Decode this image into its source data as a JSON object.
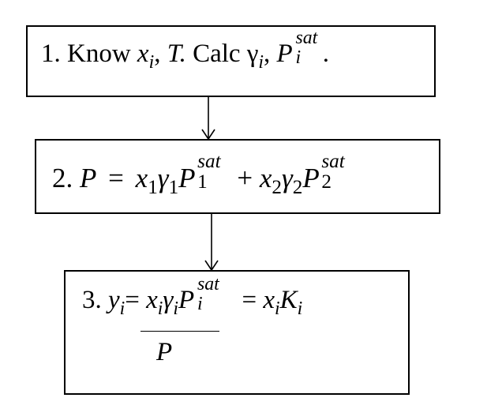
{
  "steps": [
    {
      "number": "1.",
      "text_know": "Know",
      "var_x": "x",
      "sub_i": "i",
      "sep1": ",",
      "var_T": "T.",
      "text_calc": "Calc",
      "gamma": "γ",
      "sep2": ",",
      "var_P": "P",
      "sup_sat": "sat",
      "end": "."
    },
    {
      "number": "2.",
      "var_P": "P",
      "equals": "=",
      "x": "x",
      "gamma": "γ",
      "sub1": "1",
      "sub2": "2",
      "plus": "+",
      "sup_sat": "sat"
    },
    {
      "number": "3.",
      "var_y": "y",
      "sub_i": "i",
      "equals": "=",
      "x": "x",
      "gamma": "γ",
      "var_P": "P",
      "sup_sat": "sat",
      "denominator": "P",
      "equals2": "=",
      "var_K": "K"
    }
  ]
}
